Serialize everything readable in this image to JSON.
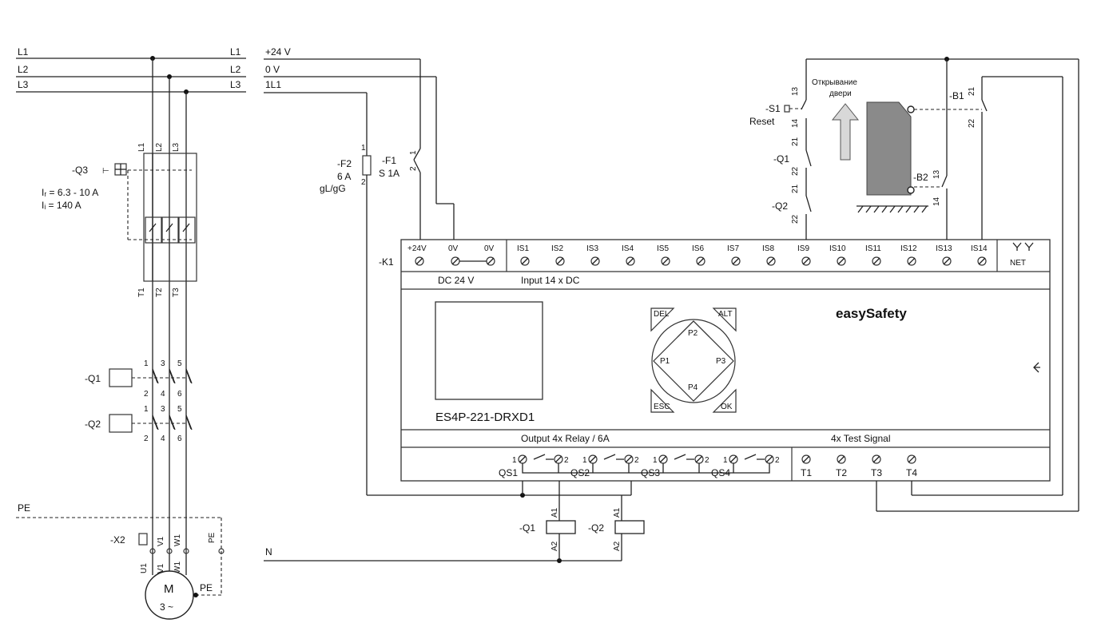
{
  "mains": {
    "l1": "L1",
    "l2": "L2",
    "l3": "L3"
  },
  "control": {
    "v24": "+24 V",
    "v0": "0 V",
    "l1_1": "1L1",
    "n": "N"
  },
  "pe": {
    "bus": "PE",
    "x2": "PE",
    "motor": "PE"
  },
  "breaker": {
    "tag": "-Q3",
    "setting1": "Iᵣ = 6.3 - 10 A",
    "setting2": "Iᵢ = 140 A",
    "in": [
      "L1",
      "L2",
      "L3"
    ],
    "out": [
      "T1",
      "T2",
      "T3"
    ]
  },
  "contactors": [
    {
      "tag": "-Q1",
      "pins_top": [
        "1",
        "3",
        "5"
      ],
      "pins_bot": [
        "2",
        "4",
        "6"
      ]
    },
    {
      "tag": "-Q2",
      "pins_top": [
        "1",
        "3",
        "5"
      ],
      "pins_bot": [
        "2",
        "4",
        "6"
      ]
    }
  ],
  "terminal_x2": {
    "tag": "-X2",
    "pins": [
      "U1",
      "V1",
      "W1"
    ]
  },
  "motor": {
    "pins": [
      "U1",
      "V1",
      "W1"
    ],
    "label1": "M",
    "label2": "3 ~"
  },
  "fuse_f2": {
    "tag": "-F2",
    "rating": "6 A",
    "type": "gL/gG",
    "pin1": "1",
    "pin2": "2"
  },
  "mcb_f1": {
    "tag": "-F1",
    "rating": "S 1A",
    "pin1": "1",
    "pin2": "2"
  },
  "controller": {
    "tag": "-K1",
    "power_terms": [
      "+24V",
      "0V",
      "0V"
    ],
    "inputs": [
      "IS1",
      "IS2",
      "IS3",
      "IS4",
      "IS5",
      "IS6",
      "IS7",
      "IS8",
      "IS9",
      "IS10",
      "IS11",
      "IS12",
      "IS13",
      "IS14"
    ],
    "net": "NET",
    "dc_label": "DC 24 V",
    "input_label": "Input 14 x DC",
    "brand": "easySafety",
    "model": "ES4P-221-DRXD1",
    "keys": {
      "del": "DEL",
      "alt": "ALT",
      "esc": "ESC",
      "ok": "OK",
      "p1": "P1",
      "p2": "P2",
      "p3": "P3",
      "p4": "P4"
    },
    "output_label": "Output 4x Relay / 6A",
    "test_label": "4x Test Signal",
    "relay_pin1": "1",
    "relay_pin2": "2",
    "relays": [
      "QS1",
      "QS2",
      "QS3",
      "QS4"
    ],
    "tests": [
      "T1",
      "T2",
      "T3",
      "T4"
    ]
  },
  "coils": [
    {
      "tag": "-Q1",
      "a1": "A1",
      "a2": "A2"
    },
    {
      "tag": "-Q2",
      "a1": "A1",
      "a2": "A2"
    }
  ],
  "safety": {
    "s1_tag": "-S1",
    "s1_label": "Reset",
    "s1_pins": [
      "13",
      "14"
    ],
    "q1_tag": "-Q1",
    "q1_pins": [
      "21",
      "22"
    ],
    "q2_tag": "-Q2",
    "q2_pins": [
      "21",
      "22"
    ],
    "door_text1": "Открывание",
    "door_text2": "двери",
    "b1_tag": "-B1",
    "b1_pins": [
      "21",
      "22"
    ],
    "b2_tag": "-B2",
    "b2_pins": [
      "13",
      "14"
    ]
  }
}
